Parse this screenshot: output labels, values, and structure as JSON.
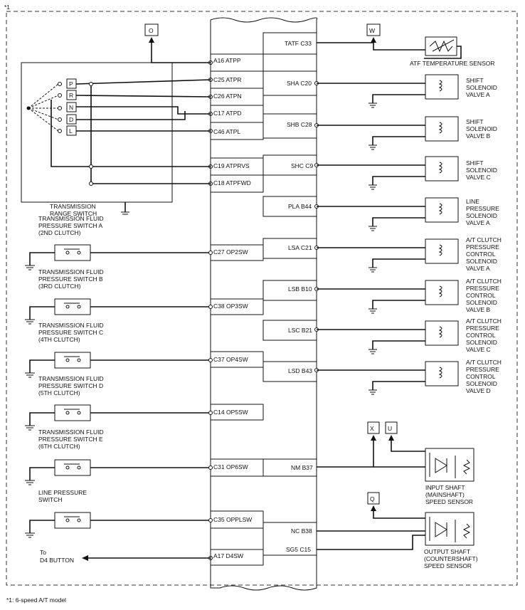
{
  "marker": "*1",
  "footnote": "*1: 6-speed A/T model",
  "connectors": {
    "o_top": "O",
    "w": "W",
    "x": "X",
    "u": "U",
    "q": "Q"
  },
  "ecm_left": [
    "A16 ATPP",
    "C25 ATPR",
    "C26 ATPN",
    "C17 ATPD",
    "C46 ATPL",
    "C19 ATPRVS",
    "C18 ATPFWD",
    "C27 OP2SW",
    "C38 OP3SW",
    "C37 OP4SW",
    "C14 OP5SW",
    "C31 OP6SW",
    "C35 OPPLSW",
    "A17 D4SW"
  ],
  "ecm_right": [
    "TATF C33",
    "SHA C20",
    "SHB C28",
    "SHC C9",
    "PLA B44",
    "LSA C21",
    "LSB B10",
    "LSC B21",
    "LSD B43",
    "NM B37",
    "NC B38",
    "SG5 C15"
  ],
  "range_positions": [
    "P",
    "R",
    "N",
    "D",
    "L"
  ],
  "range_switch_label": [
    "TRANSMISSION",
    "RANGE SWITCH"
  ],
  "pressure_switches": [
    [
      "TRANSMISSION FLUID",
      "PRESSURE SWITCH A",
      "(2ND CLUTCH)"
    ],
    [
      "TRANSMISSION FLUID",
      "PRESSURE SWITCH B",
      "(3RD CLUTCH)"
    ],
    [
      "TRANSMISSION FLUID",
      "PRESSURE SWITCH C",
      "(4TH CLUTCH)"
    ],
    [
      "TRANSMISSION FLUID",
      "PRESSURE SWITCH D",
      "(5TH CLUTCH)"
    ],
    [
      "TRANSMISSION FLUID",
      "PRESSURE SWITCH E",
      "(6TH CLUTCH)"
    ],
    [
      "LINE PRESSURE",
      "SWITCH"
    ]
  ],
  "to_d4": [
    "To",
    "D4 BUTTON"
  ],
  "atf_sensor": "ATF TEMPERATURE SENSOR",
  "solenoids": [
    [
      "SHIFT",
      "SOLENOID",
      "VALVE A"
    ],
    [
      "SHIFT",
      "SOLENOID",
      "VALVE B"
    ],
    [
      "SHIFT",
      "SOLENOID",
      "VALVE C"
    ],
    [
      "LINE",
      "PRESSURE",
      "SOLENOID",
      "VALVE A"
    ],
    [
      "A/T CLUTCH",
      "PRESSURE",
      "CONTROL",
      "SOLENOID",
      "VALVE A"
    ],
    [
      "A/T CLUTCH",
      "PRESSURE",
      "CONTROL",
      "SOLENOID",
      "VALVE B"
    ],
    [
      "A/T CLUTCH",
      "PRESSURE",
      "CONTROL",
      "SOLENOID",
      "VALVE C"
    ],
    [
      "A/T CLUTCH",
      "PRESSURE",
      "CONTROL",
      "SOLENOID",
      "VALVE D"
    ]
  ],
  "input_sensor": [
    "INPUT SHAFT",
    "(MAINSHAFT)",
    "SPEED SENSOR"
  ],
  "output_sensor": [
    "OUTPUT SHAFT",
    "(COUNTERSHAFT)",
    "SPEED SENSOR"
  ]
}
